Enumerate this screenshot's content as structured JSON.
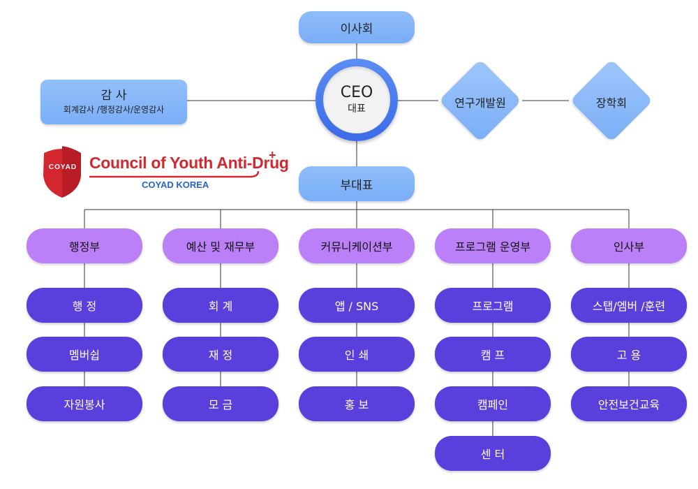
{
  "board": "이사회",
  "ceo": {
    "title": "CEO",
    "subtitle": "대표"
  },
  "audit": {
    "title": "감 사",
    "detail": "회계감사 /행정감사/운영감사"
  },
  "rnd": "연구개발원",
  "scholarship": "장학회",
  "vice": "부대표",
  "logo": {
    "shield_text": "COYAD",
    "title": "Council of Youth Anti-Drug",
    "plus": "+",
    "subtitle": "COYAD KOREA",
    "colors": {
      "red": "#d3262e",
      "blue": "#2a63c9"
    }
  },
  "departments": [
    {
      "name": "행정부",
      "units": [
        "행 정",
        "멤버쉽",
        "자원봉사"
      ]
    },
    {
      "name": "예산 및 재무부",
      "units": [
        "회 계",
        "재 정",
        "모 금"
      ]
    },
    {
      "name": "커뮤니케이션부",
      "units": [
        "앱 / SNS",
        "인 쇄",
        "홍 보"
      ]
    },
    {
      "name": "프로그램 운영부",
      "units": [
        "프로그램",
        "캠 프",
        "캠페인",
        "센 터"
      ]
    },
    {
      "name": "인사부",
      "units": [
        "스탭/엠버 /훈련",
        "고 용",
        "안전보건교육"
      ]
    }
  ],
  "colors": {
    "top_node": "#79adf6",
    "ceo_ring": "#3b6be6",
    "department": "#bb7ff7",
    "unit": "#5a3fdc",
    "line": "#333333"
  }
}
